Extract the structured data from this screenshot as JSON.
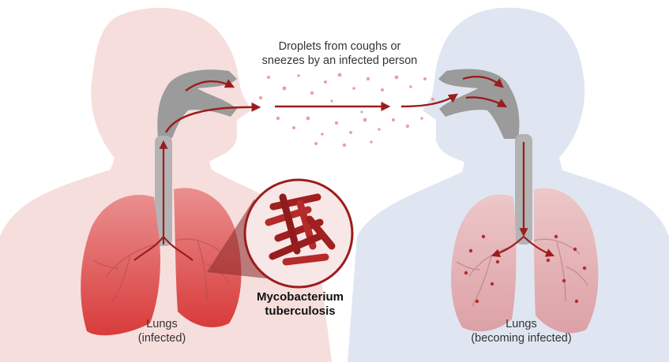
{
  "labels": {
    "droplets": [
      "Droplets from coughs or",
      "sneezes by an infected person"
    ],
    "left_lungs": [
      "Lungs",
      "(infected)"
    ],
    "right_lungs": [
      "Lungs",
      "(becoming infected)"
    ],
    "bacterium": [
      "Mycobacterium",
      "tuberculosis"
    ]
  },
  "colors": {
    "infected_body": "#f6dedd",
    "healthy_body": "#dfe6f1",
    "infected_lung": "#e04a4a",
    "healthy_lung": "#e8b4b7",
    "airway": "#9b9b9b",
    "arrow": "#9c1c1c",
    "droplet": "#e8a0a4"
  }
}
